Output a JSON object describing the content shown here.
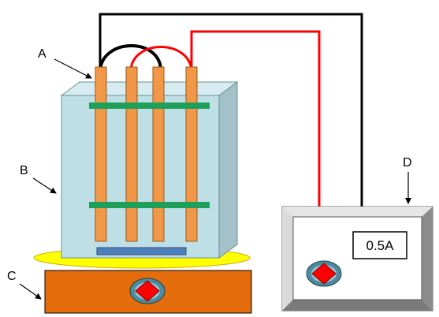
{
  "labels": {
    "a": "A",
    "b": "B",
    "c": "C",
    "d": "D"
  },
  "meter": {
    "reading": "0.5A"
  },
  "colors": {
    "tank": "#bfdfe6",
    "tank_side": "#a3c1c8",
    "electrode": "#f09848",
    "bar": "#1fa05a",
    "base_plate": "#ffff00",
    "heater": "#e46c0a",
    "wire_red": "#ff0000",
    "wire_black": "#000000",
    "knob_ring": "#4c8ca0",
    "knob_diamond": "#ff0000",
    "meter_bevel": "#c8c8c8",
    "sediment": "#4f81bd"
  }
}
